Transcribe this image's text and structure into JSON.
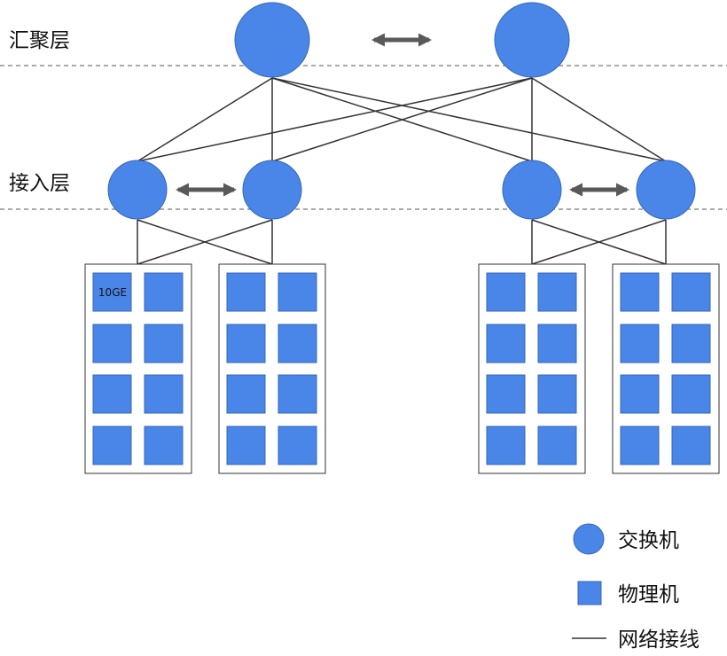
{
  "layers": {
    "aggregation_label": "汇聚层",
    "access_label": "接入层"
  },
  "server_port_label": "10GE",
  "legend": {
    "switch_label": "交换机",
    "server_label": "物理机",
    "link_label": "网络接线"
  },
  "colors": {
    "node_fill": "#4A86E8",
    "node_stroke": "#3566B8",
    "link": "#333333",
    "arrow": "#595959",
    "dashed": "#555555"
  }
}
